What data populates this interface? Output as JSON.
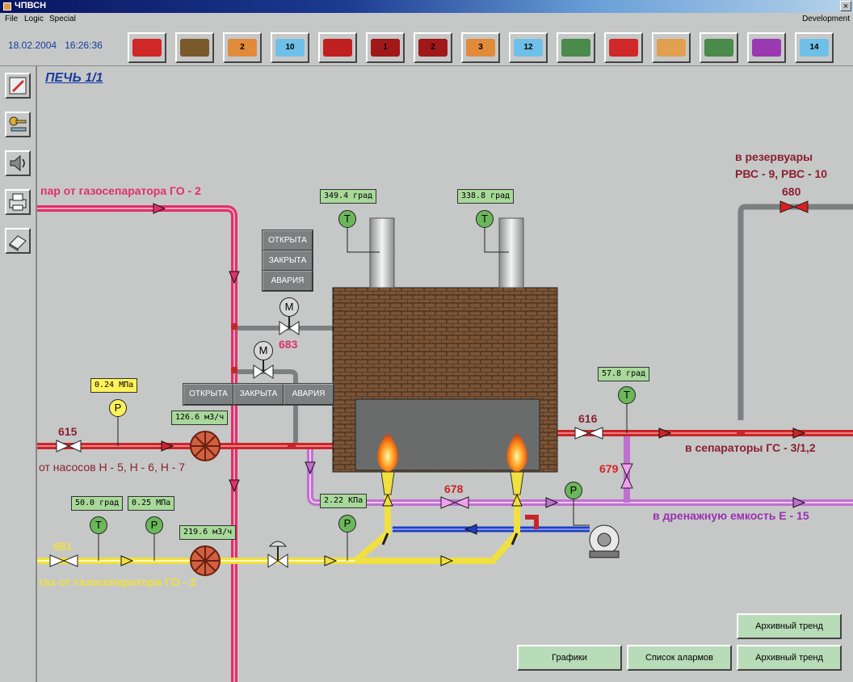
{
  "window": {
    "title": "ЧПВСН"
  },
  "menu": {
    "items": [
      "File",
      "Logic",
      "Special"
    ],
    "right": "Development"
  },
  "header": {
    "date": "18.02.2004",
    "time": "16:26:36"
  },
  "toolbar": {
    "buttons": [
      {
        "id": "tb1",
        "label": "",
        "color": "#d02828"
      },
      {
        "id": "tb2",
        "label": "",
        "color": "#7a5a2a"
      },
      {
        "id": "tb3",
        "label": "2",
        "color": "#e08a3a"
      },
      {
        "id": "tb4",
        "label": "10",
        "color": "#6fc0e8"
      },
      {
        "id": "tb5",
        "label": "",
        "color": "#c02020"
      },
      {
        "id": "tb6",
        "label": "1",
        "color": "#a01818"
      },
      {
        "id": "tb7",
        "label": "2",
        "color": "#a01818"
      },
      {
        "id": "tb8",
        "label": "3",
        "color": "#e08a3a"
      },
      {
        "id": "tb9",
        "label": "12",
        "color": "#6fc0e8"
      },
      {
        "id": "tb10",
        "label": "",
        "color": "#4a8a4a"
      },
      {
        "id": "tb11",
        "label": "",
        "color": "#d02828"
      },
      {
        "id": "tb12",
        "label": "",
        "color": "#e0a050"
      },
      {
        "id": "tb13",
        "label": "",
        "color": "#4a8a4a"
      },
      {
        "id": "tb14",
        "label": "",
        "color": "#9a3ab0"
      },
      {
        "id": "tb15",
        "label": "14",
        "color": "#6fc0e8"
      }
    ]
  },
  "page": {
    "title": "ПЕЧЬ 1/1"
  },
  "labels": {
    "steam_from": "пар от газосепаратора ГО - 2",
    "to_tanks_1": "в резервуары",
    "to_tanks_2": "РВС - 9, РВС - 10",
    "from_pumps": "от насосов Н - 5, Н - 6, Н - 7",
    "to_separators": "в сепараторы ГС - 3/1,2",
    "to_drain": "в дренажную емкость Е - 15",
    "gas_from": "газ от газосепаратора ГО - 2"
  },
  "valves": {
    "v615": "615",
    "v681": "681",
    "v683": "683",
    "v616": "616",
    "v679": "679",
    "v678": "678",
    "v680": "680"
  },
  "readings": {
    "t_stack1": "349.4 град",
    "t_stack2": "338.8 град",
    "p_inlet": "0.24 МПа",
    "flow_inlet": "126.6 м3/ч",
    "t_gas": "50.0 град",
    "p_gas": "0.25 МПа",
    "flow_gas": "219.6 м3/ч",
    "p_burner": "2.22 КПа",
    "t_outlet": "57.8 град"
  },
  "instrument_letters": {
    "temp": "T",
    "press": "P",
    "motor": "M"
  },
  "status_vertical": {
    "open": "ОТКРЫТА",
    "closed": "ЗАКРЫТА",
    "alarm": "АВАРИЯ"
  },
  "status_horizontal": {
    "open": "ОТКРЫТА",
    "closed": "ЗАКРЫТА",
    "alarm": "АВАРИЯ"
  },
  "buttons": {
    "archive_top": "Архивный тренд",
    "charts": "Графики",
    "alarms": "Список алармов",
    "archive": "Архивный тренд"
  },
  "colors": {
    "steam": "#e0306a",
    "product": "#c8252a",
    "gas": "#f0e040",
    "drain": "#c070d0",
    "gray_pipe": "#7d8080",
    "blue_pipe": "#2040c0",
    "title": "#1a3d9e",
    "valve_num_magenta": "#e0306a",
    "valve_num_red": "#c8252a",
    "valve_num_yellow": "#f0e040"
  }
}
